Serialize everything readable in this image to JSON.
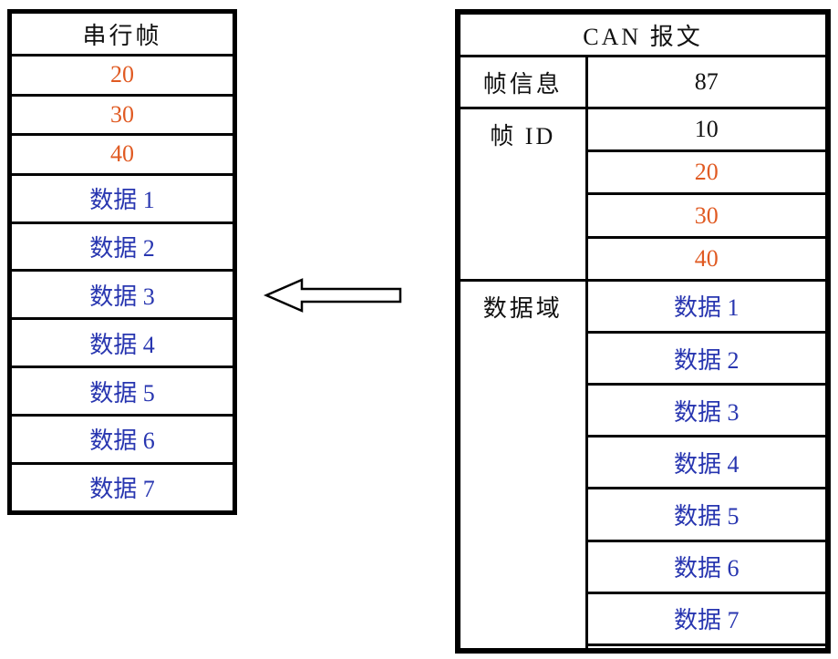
{
  "page": {
    "background": "#ffffff"
  },
  "colors": {
    "orange": "#E05A22",
    "blue": "#2836B0",
    "black": "#111111"
  },
  "left_table": {
    "title": "串行帧",
    "rows": [
      {
        "value": "20",
        "color": "orange"
      },
      {
        "value": "30",
        "color": "orange"
      },
      {
        "value": "40",
        "color": "orange"
      },
      {
        "value": "数据 1",
        "color": "blue"
      },
      {
        "value": "数据 2",
        "color": "blue"
      },
      {
        "value": "数据 3",
        "color": "blue"
      },
      {
        "value": "数据 4",
        "color": "blue"
      },
      {
        "value": "数据 5",
        "color": "blue"
      },
      {
        "value": "数据 6",
        "color": "blue"
      },
      {
        "value": "数据 7",
        "color": "blue"
      }
    ]
  },
  "right_table": {
    "title": "CAN 报文",
    "sections": [
      {
        "label": "帧信息",
        "values": [
          {
            "value": "87",
            "color": "black"
          }
        ]
      },
      {
        "label": "帧 ID",
        "values": [
          {
            "value": "10",
            "color": "black"
          },
          {
            "value": "20",
            "color": "orange"
          },
          {
            "value": "30",
            "color": "orange"
          },
          {
            "value": "40",
            "color": "orange"
          }
        ]
      },
      {
        "label": "数据域",
        "values": [
          {
            "value": "数据 1",
            "color": "blue"
          },
          {
            "value": "数据 2",
            "color": "blue"
          },
          {
            "value": "数据 3",
            "color": "blue"
          },
          {
            "value": "数据 4",
            "color": "blue"
          },
          {
            "value": "数据 5",
            "color": "blue"
          },
          {
            "value": "数据 6",
            "color": "blue"
          },
          {
            "value": "数据 7",
            "color": "blue"
          },
          {
            "value": "",
            "color": "black"
          }
        ]
      }
    ]
  },
  "arrow": {
    "direction": "left",
    "style": "hollow-block-arrow",
    "stroke": "#000000",
    "fill": "#ffffff"
  }
}
